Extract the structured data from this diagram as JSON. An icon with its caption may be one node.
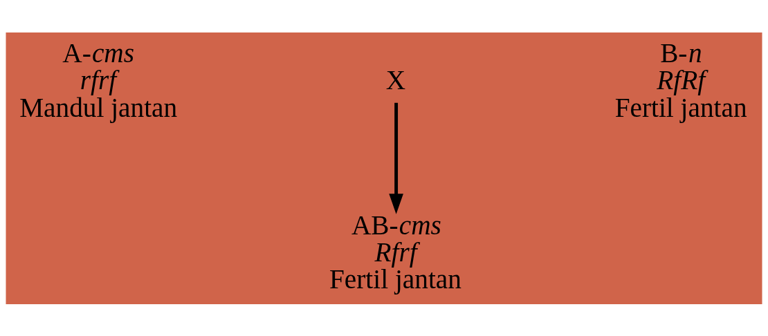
{
  "diagram": {
    "nodes": [
      {
        "text": [
          "A-*cms*",
          "rfrf",
          "Mandul jantan"
        ]
      },
      {
        "text": [
          "X"
        ]
      },
      {
        "text": [
          "B-*n*",
          "RfRf",
          "Fertil jantan"
        ]
      },
      {
        "text": [
          "AB-*cms*",
          "Rfrf",
          "Fertil jantan"
        ]
      }
    ],
    "edges": [
      {
        "from": 1,
        "to": 3,
        "arrow": "to"
      }
    ]
  }
}
